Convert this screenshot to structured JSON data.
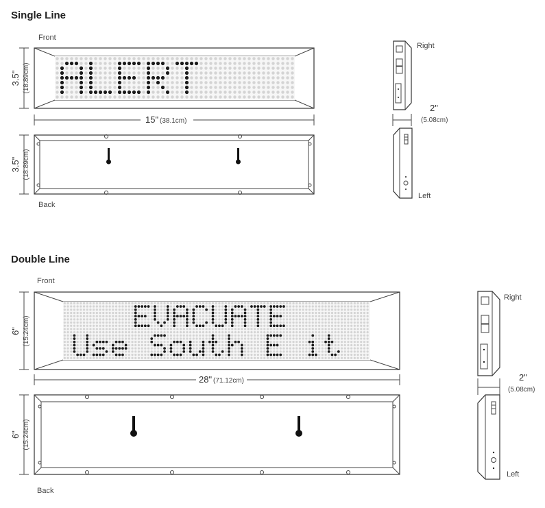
{
  "headings": {
    "single": "Single Line",
    "double": "Double Line"
  },
  "single": {
    "front_label": "Front",
    "back_label": "Back",
    "right_label": "Right",
    "left_label": "Left",
    "height_in": "3.5\"",
    "height_cm": "(18.89cm)",
    "width_in": "15\"",
    "width_cm": "(38.1cm)",
    "depth_in": "2\"",
    "depth_cm": "(5.08cm)",
    "display_text": [
      "ALERT"
    ]
  },
  "double": {
    "front_label": "Front",
    "back_label": "Back",
    "right_label": "Right",
    "left_label": "Left",
    "height_in": "6\"",
    "height_cm": "(15.24cm)",
    "width_in": "28\"",
    "width_cm": "(71.12cm)",
    "depth_in": "2\"",
    "depth_cm": "(5.08cm)",
    "display_text": [
      "EVACUATE",
      "Use South Exit"
    ]
  },
  "colors": {
    "dot_on": "#1a1a1a",
    "dot_off": "#d4d4d4",
    "panel": "#f2f2f2",
    "outline": "#444444"
  }
}
